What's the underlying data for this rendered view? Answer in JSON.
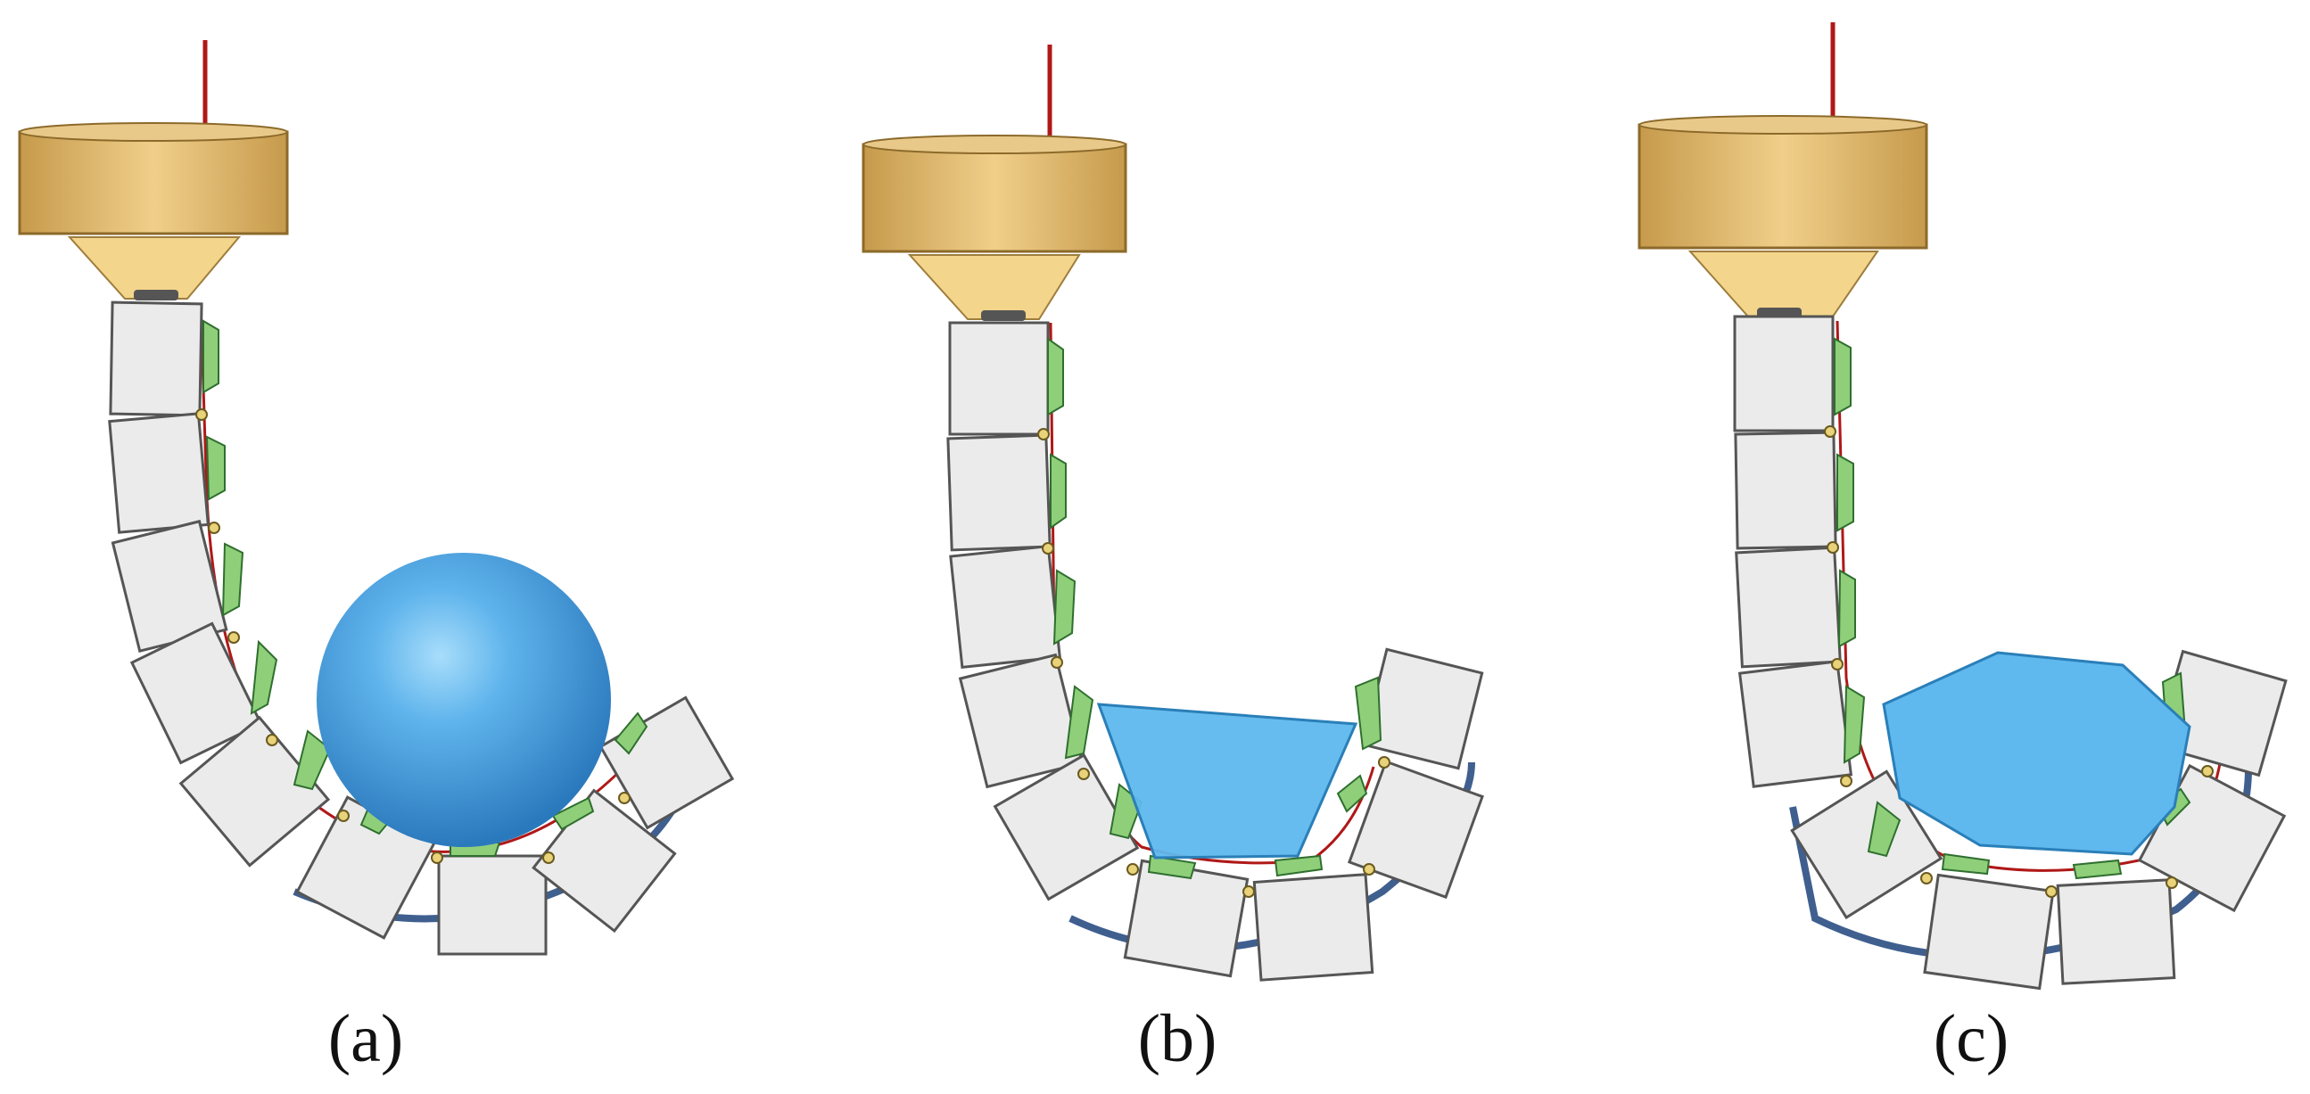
{
  "figure": {
    "panels": [
      {
        "id": "a",
        "label": "(a)",
        "object_shape": "sphere"
      },
      {
        "id": "b",
        "label": "(b)",
        "object_shape": "trapezoid"
      },
      {
        "id": "c",
        "label": "(c)",
        "object_shape": "octagon"
      }
    ],
    "colors": {
      "mount_top": "#e6c07a",
      "mount_side": "#c9a055",
      "funnel": "#f3d58c",
      "cable": "#b01818",
      "segment_fill": "#ebebeb",
      "segment_stroke": "#555555",
      "sensor_pad": "#8fcf7a",
      "tendon_band": "#3f5f8f",
      "object_fill": "#5fb8ee",
      "object_stroke": "#2a7fb8",
      "joint": "#e8d27a"
    }
  }
}
